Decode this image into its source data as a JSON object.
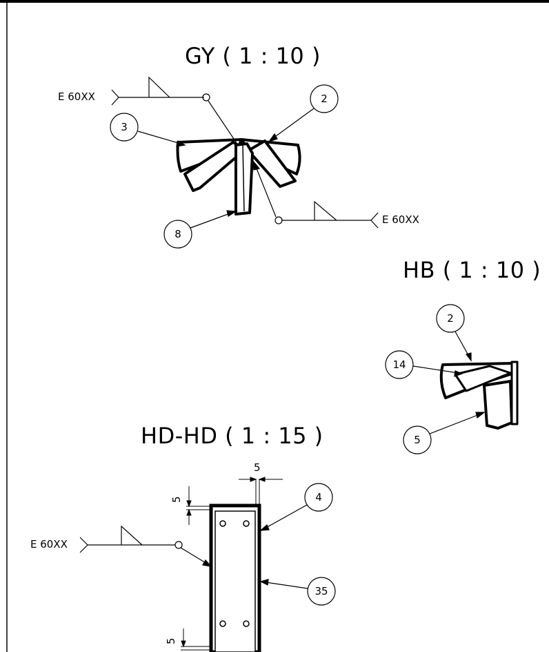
{
  "views": {
    "gy": {
      "title": "GY ( 1 : 10 )"
    },
    "hb": {
      "title": "HB ( 1 : 10 )"
    },
    "hd": {
      "title": "HD-HD ( 1 : 15 )"
    }
  },
  "welds": {
    "gy_left": "E 60XX",
    "gy_right": "E 60XX",
    "hd_left": "E 60XX"
  },
  "balloons": {
    "gy_2": "2",
    "gy_3": "3",
    "gy_8": "8",
    "hb_2": "2",
    "hb_14": "14",
    "hb_5": "5",
    "hd_4": "4",
    "hd_35": "35"
  },
  "dimensions": {
    "hd_top_width": "5",
    "hd_left_top": "5",
    "hd_left_bottom": "5"
  }
}
